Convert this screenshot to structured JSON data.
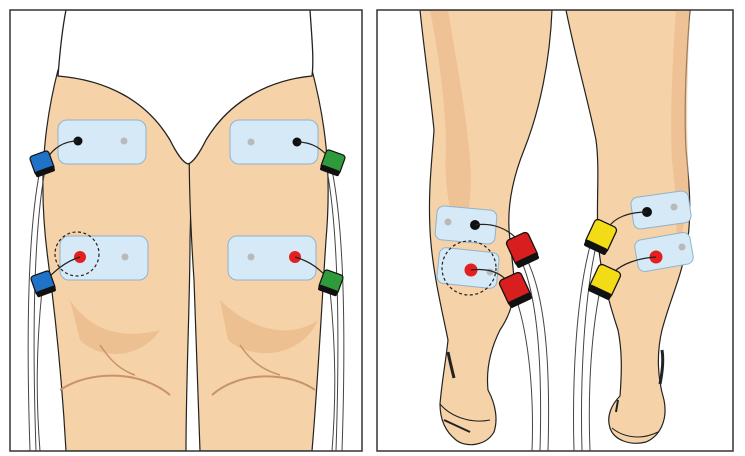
{
  "panels": [
    {
      "view": "front-thighs",
      "electrode_pairs": 2,
      "cable_colors": [
        "#1e73c8",
        "#2f9a3a"
      ]
    },
    {
      "view": "back-calves",
      "electrode_pairs": 2,
      "cable_colors": [
        "#d81e1e",
        "#f3dc16"
      ]
    }
  ],
  "colors": {
    "skin": "#f5d2a7",
    "skin_shadow": "#e9b887",
    "pad": "#d6e9f6",
    "pad_border": "#8fb3cf",
    "active_dot": "#e51f1f",
    "negative_dot": "#111111",
    "inactive_dot": "#b9b9b9",
    "outline": "#222222"
  }
}
